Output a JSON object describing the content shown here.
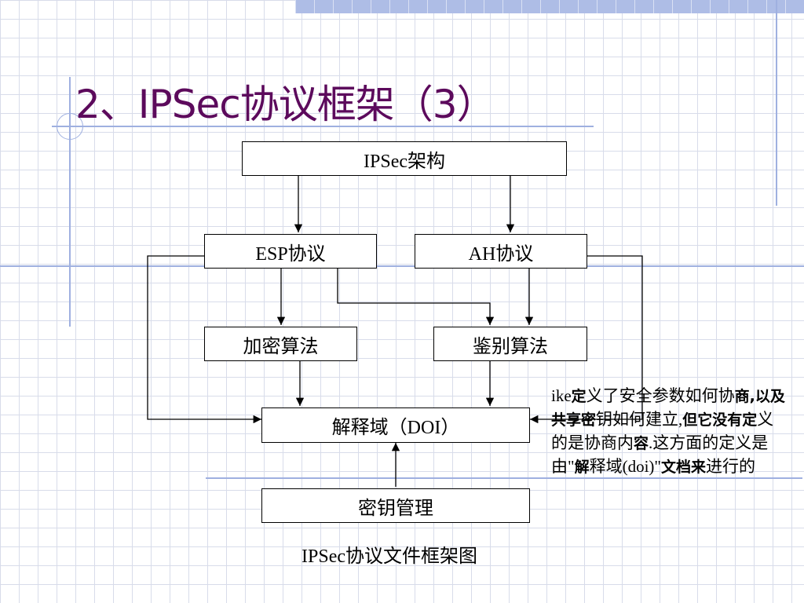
{
  "title": "2、IPSec协议框架（3）",
  "diagram": {
    "nodes": {
      "architecture": "IPSec架构",
      "esp": "ESP协议",
      "ah": "AH协议",
      "encryption": "加密算法",
      "authentication": "鉴别算法",
      "doi": "解释域（DOI）",
      "key_management": "密钥管理"
    },
    "caption": "IPSec协议文件框架图"
  },
  "note": {
    "segments": [
      {
        "text": "ike",
        "bold": false
      },
      {
        "text": "定",
        "bold": true
      },
      {
        "text": "义了安全参数如何协",
        "bold": false
      },
      {
        "text": "商,以及共享密",
        "bold": true
      },
      {
        "text": "钥如何建立,",
        "bold": false
      },
      {
        "text": "但它没有定",
        "bold": true
      },
      {
        "text": "义的是协商内",
        "bold": false
      },
      {
        "text": "容",
        "bold": true
      },
      {
        "text": ".这方面的定义是由\"",
        "bold": false
      },
      {
        "text": "解",
        "bold": true
      },
      {
        "text": "释域(doi)\"",
        "bold": false
      },
      {
        "text": "文档来",
        "bold": true
      },
      {
        "text": "进行的",
        "bold": false
      }
    ]
  },
  "colors": {
    "title": "#5c0a5c",
    "accent_bar": "#aebde6",
    "grid": "#d8dcea",
    "decor_lines": "#9fb0e0"
  }
}
